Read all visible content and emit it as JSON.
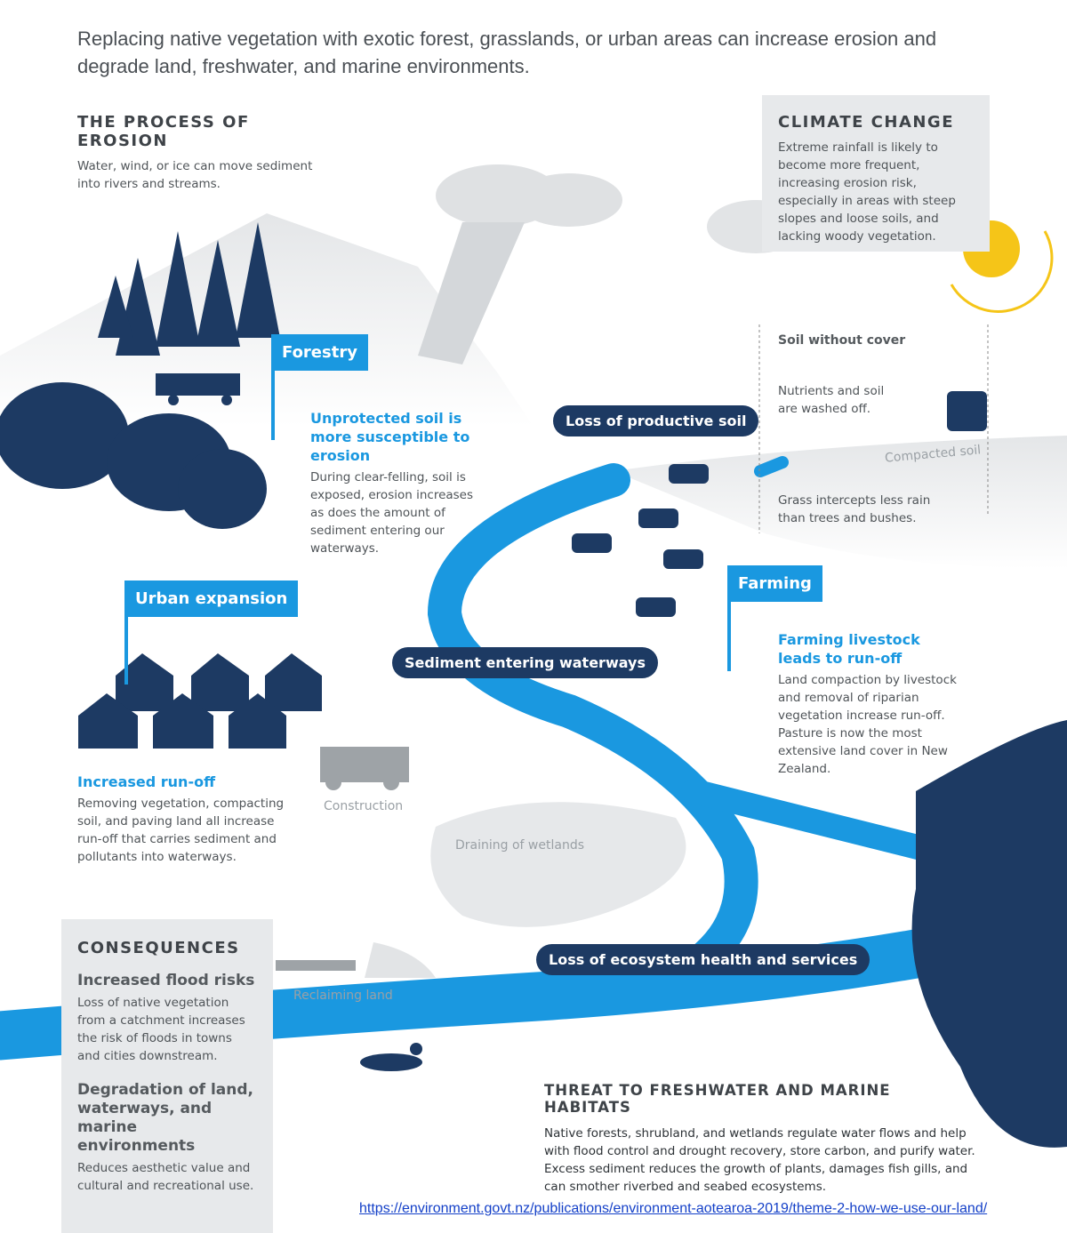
{
  "intro": "Replacing native vegetation with exotic forest, grasslands, or urban areas can increase erosion and degrade land, freshwater, and marine environments.",
  "process": {
    "title": "THE PROCESS OF EROSION",
    "text": "Water, wind, or ice can move sediment into rivers and streams."
  },
  "climate": {
    "title": "CLIMATE CHANGE",
    "text": "Extreme rainfall is likely to become more frequent, increasing erosion risk, especially in areas with steep slopes and loose soils, and lacking woody vegetation."
  },
  "soil": {
    "title": "Soil without cover",
    "nutrients": "Nutrients and soil are washed off.",
    "compacted": "Compacted soil",
    "grass": "Grass intercepts less rain than trees and bushes."
  },
  "forestry": {
    "label": "Forestry",
    "heading": "Unprotected soil is more susceptible to erosion",
    "text": "During clear-felling, soil is exposed, erosion increases as does the amount of sediment entering our waterways."
  },
  "pills": {
    "loss_soil": "Loss of productive soil",
    "sediment": "Sediment entering waterways",
    "ecosystem": "Loss of ecosystem health and services"
  },
  "farming": {
    "label": "Farming",
    "heading": "Farming livestock leads to run-off",
    "text": "Land compaction by livestock and removal of riparian vegetation increase run-off. Pasture is now the most extensive land cover in New Zealand."
  },
  "urban": {
    "label": "Urban expansion",
    "heading": "Increased run-off",
    "text": "Removing vegetation, compacting soil, and paving land all increase run-off that carries sediment and pollutants into waterways."
  },
  "labels": {
    "construction": "Construction",
    "wetlands": "Draining of wetlands",
    "reclaiming": "Reclaiming land"
  },
  "consequences": {
    "title": "CONSEQUENCES",
    "items": [
      {
        "heading": "Increased flood risks",
        "text": "Loss of native vegetation from a catchment increases the risk of floods in towns and cities downstream."
      },
      {
        "heading": "Degradation of land, waterways, and marine environments",
        "text": "Reduces aesthetic value and cultural and recreational use."
      }
    ]
  },
  "threat": {
    "title": "THREAT TO FRESHWATER AND MARINE HABITATS",
    "text": "Native forests, shrubland, and wetlands regulate water flows and help with flood control and drought recovery, store carbon, and purify water. Excess sediment reduces the growth of plants, damages fish gills, and can smother riverbed and seabed ecosystems."
  },
  "source_url": "https://environment.govt.nz/publications/environment-aotearoa-2019/theme-2-how-we-use-our-land/",
  "colors": {
    "river": "#1a98e0",
    "navy": "#1d3a63",
    "panel": "#e7e9eb"
  }
}
